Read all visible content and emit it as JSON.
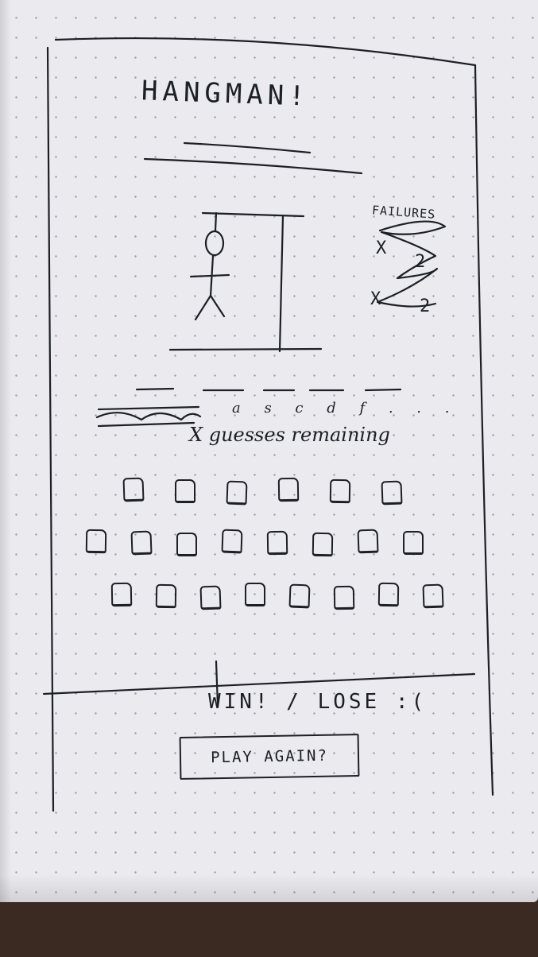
{
  "app": {
    "title": "HANGMAN!"
  },
  "failures": {
    "label": "FAILURES",
    "items": [
      {
        "mark": "X",
        "value": "2"
      },
      {
        "mark": "X",
        "value": "2"
      }
    ]
  },
  "word": {
    "letter_slots": 5
  },
  "guesses": {
    "guessed_letters": "a s c d f . . .",
    "remaining_text": "X guesses remaining"
  },
  "keyboard": {
    "rows": [
      6,
      8,
      8
    ]
  },
  "result": {
    "text": "WIN! / LOSE :(",
    "play_again_label": "PLAY AGAIN?"
  },
  "colors": {
    "paper": "#ebebef",
    "ink": "#1c1f26",
    "background": "#3a2a22"
  }
}
